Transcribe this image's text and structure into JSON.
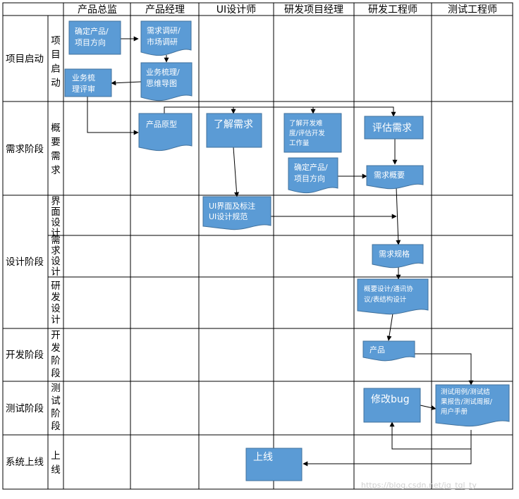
{
  "columns": [
    "产品总监",
    "产品经理",
    "UI设计师",
    "研发项目经理",
    "研发工程师",
    "测试工程师"
  ],
  "phases": [
    "项目启动",
    "需求阶段",
    "设计阶段",
    "开发阶段",
    "测试阶段",
    "系统上线"
  ],
  "subphases": [
    "项目启动",
    "概要需求",
    "界面设计",
    "需求设计",
    "研发设计",
    "开发阶段",
    "测试阶段",
    "上线"
  ],
  "boxes": {
    "confirm_product_top": [
      "确定产品/",
      "项目方向"
    ],
    "demand_research": [
      "需求调研/",
      "市场调研"
    ],
    "business_mindmap": [
      "业务梳理/",
      "思维导图"
    ],
    "business_review": [
      "业务梳",
      "理评审"
    ],
    "product_prototype": [
      "产品原型"
    ],
    "understand_requirements": [
      "了解需求"
    ],
    "dev_difficulty": [
      "了解开发难",
      "度/评估开发",
      "工作量"
    ],
    "confirm_product_mid": [
      "确定产品/",
      "项目方向"
    ],
    "evaluate_requirements": [
      "评估需求"
    ],
    "requirements_overview": [
      "需求概要"
    ],
    "ui_spec": [
      "UI界面及标注",
      "UI设计规范"
    ],
    "requirements_spec": [
      "需求规格"
    ],
    "design_docs": [
      "概要设计/通讯协",
      "议/表结构设计"
    ],
    "product": [
      "产品"
    ],
    "fix_bug": [
      "修改bug"
    ],
    "test_docs": [
      "测试用例/测试结",
      "果报告/测试周报/",
      "用户手册"
    ],
    "go_live": [
      "上线"
    ]
  },
  "watermark": "https://blog.csdn.net/jq_tql_ty"
}
